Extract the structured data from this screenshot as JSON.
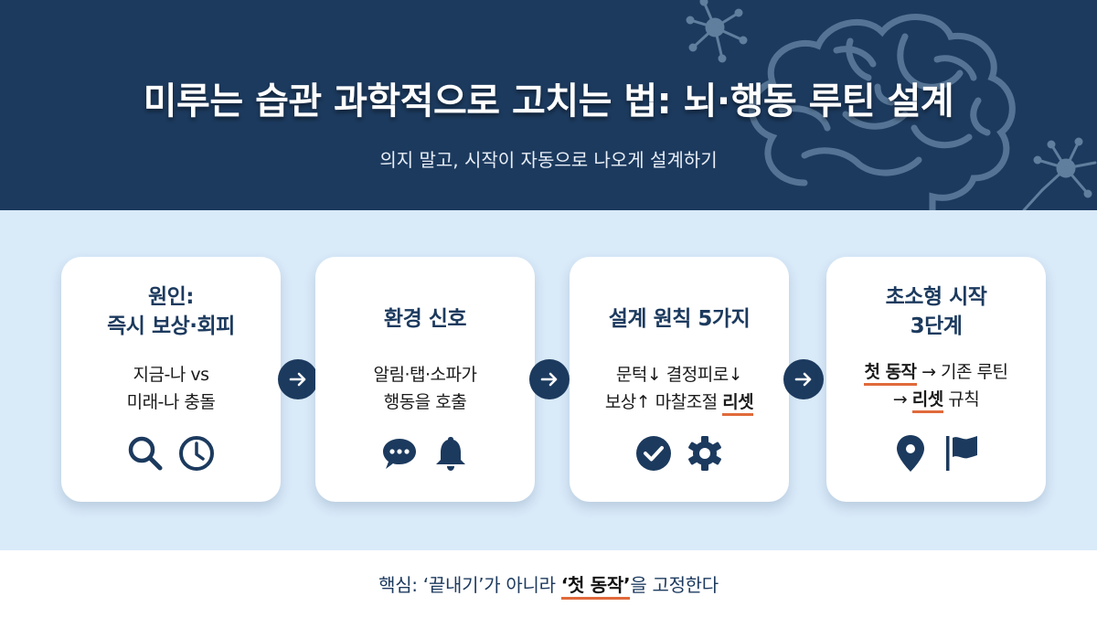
{
  "header": {
    "title": "미루는 습관 과학적으로 고치는 법: 뇌·행동 루틴 설계",
    "subtitle": "의지 말고, 시작이 자동으로 나오게 설계하기",
    "decorations": [
      "brain-outline-icon",
      "neuron-icon",
      "neuron-icon"
    ]
  },
  "colors": {
    "navy": "#1c3a5e",
    "band": "#d9eaf9",
    "accent_underline": "#e06a3b",
    "card": "#ffffff"
  },
  "cards": [
    {
      "title_lines": [
        "원인:",
        "즉시 보상·회피"
      ],
      "body_lines": [
        "지금-나 vs",
        "미래-나 충돌"
      ],
      "icons": [
        "search-icon",
        "clock-icon"
      ]
    },
    {
      "title_lines": [
        "환경 신호"
      ],
      "body_lines": [
        "알림·탭·소파가",
        "행동을 호출"
      ],
      "icons": [
        "chat-bubble-icon",
        "bell-icon"
      ]
    },
    {
      "title_lines": [
        "설계 원칙 5가지"
      ],
      "body_line1": "문턱↓ 결정피로↓",
      "body_line2_pre": "보상↑ 마찰조절 ",
      "body_line2_hl": "리셋",
      "icons": [
        "check-circle-icon",
        "gear-icon"
      ]
    },
    {
      "title_lines": [
        "초소형 시작",
        "3단계"
      ],
      "body_line1_hl": "첫 동작",
      "body_line1_post": " → 기존 루틴",
      "body_line2_pre": "→ ",
      "body_line2_hl": "리셋",
      "body_line2_post": " 규칙",
      "icons": [
        "location-pin-icon",
        "flag-icon"
      ]
    }
  ],
  "connectors": [
    "arrow-right-icon",
    "arrow-right-icon",
    "arrow-right-icon"
  ],
  "footer": {
    "pre": "핵심: ‘끝내기’가 아니라 ",
    "hl": "‘첫 동작’",
    "post": "을 고정한다"
  }
}
